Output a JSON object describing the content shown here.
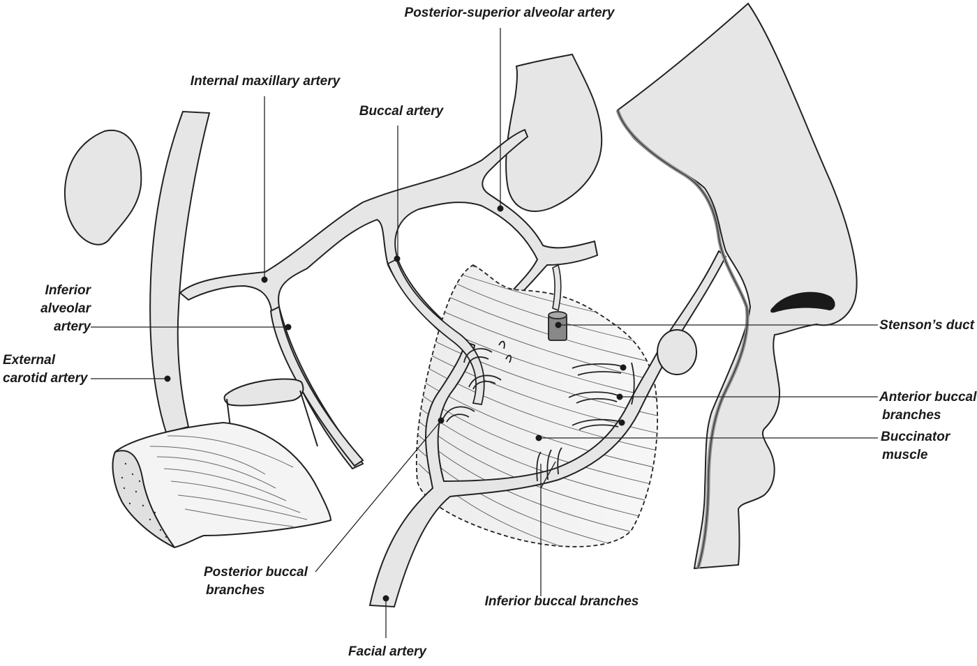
{
  "labels": {
    "posterior_superior_alveolar": "Posterior-superior alveolar artery",
    "internal_maxillary": "Internal maxillary artery",
    "buccal_artery": "Buccal artery",
    "inferior_alveolar": [
      "Inferior",
      "alveolar",
      "artery"
    ],
    "external_carotid": [
      "External",
      "carotid artery"
    ],
    "stensons_duct": "Stenson’s duct",
    "anterior_buccal": [
      "Anterior buccal",
      "branches"
    ],
    "buccinator": [
      "Buccinator",
      "muscle"
    ],
    "posterior_buccal": [
      "Posterior buccal",
      "branches"
    ],
    "inferior_buccal": "Inferior buccal branches",
    "facial_artery": "Facial artery"
  },
  "colors": {
    "vessel_fill": "#e6e6e6",
    "outline": "#222222",
    "muscle_fill": "#f0f0f0",
    "duct_fill": "#888888",
    "nasal_band": "#8c8c8c",
    "nostril": "#1a1a1a"
  }
}
